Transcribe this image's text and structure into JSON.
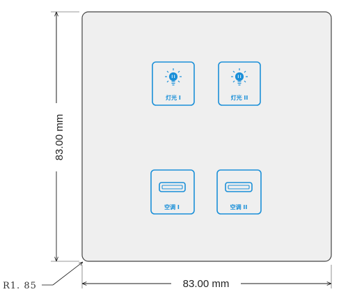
{
  "panel": {
    "width_label": "83.00 mm",
    "height_label": "83.00 mm",
    "radius_label": "R1. 85",
    "face_color": "#efefef",
    "border_color": "#444444"
  },
  "accent_color": "#1a8fd8",
  "keys": [
    {
      "label": "灯光 I",
      "icon": "light-bulb-icon"
    },
    {
      "label": "灯光 II",
      "icon": "light-bulb-icon"
    },
    {
      "label": "空调 I",
      "icon": "air-conditioner-icon"
    },
    {
      "label": "空调 II",
      "icon": "air-conditioner-icon"
    }
  ]
}
